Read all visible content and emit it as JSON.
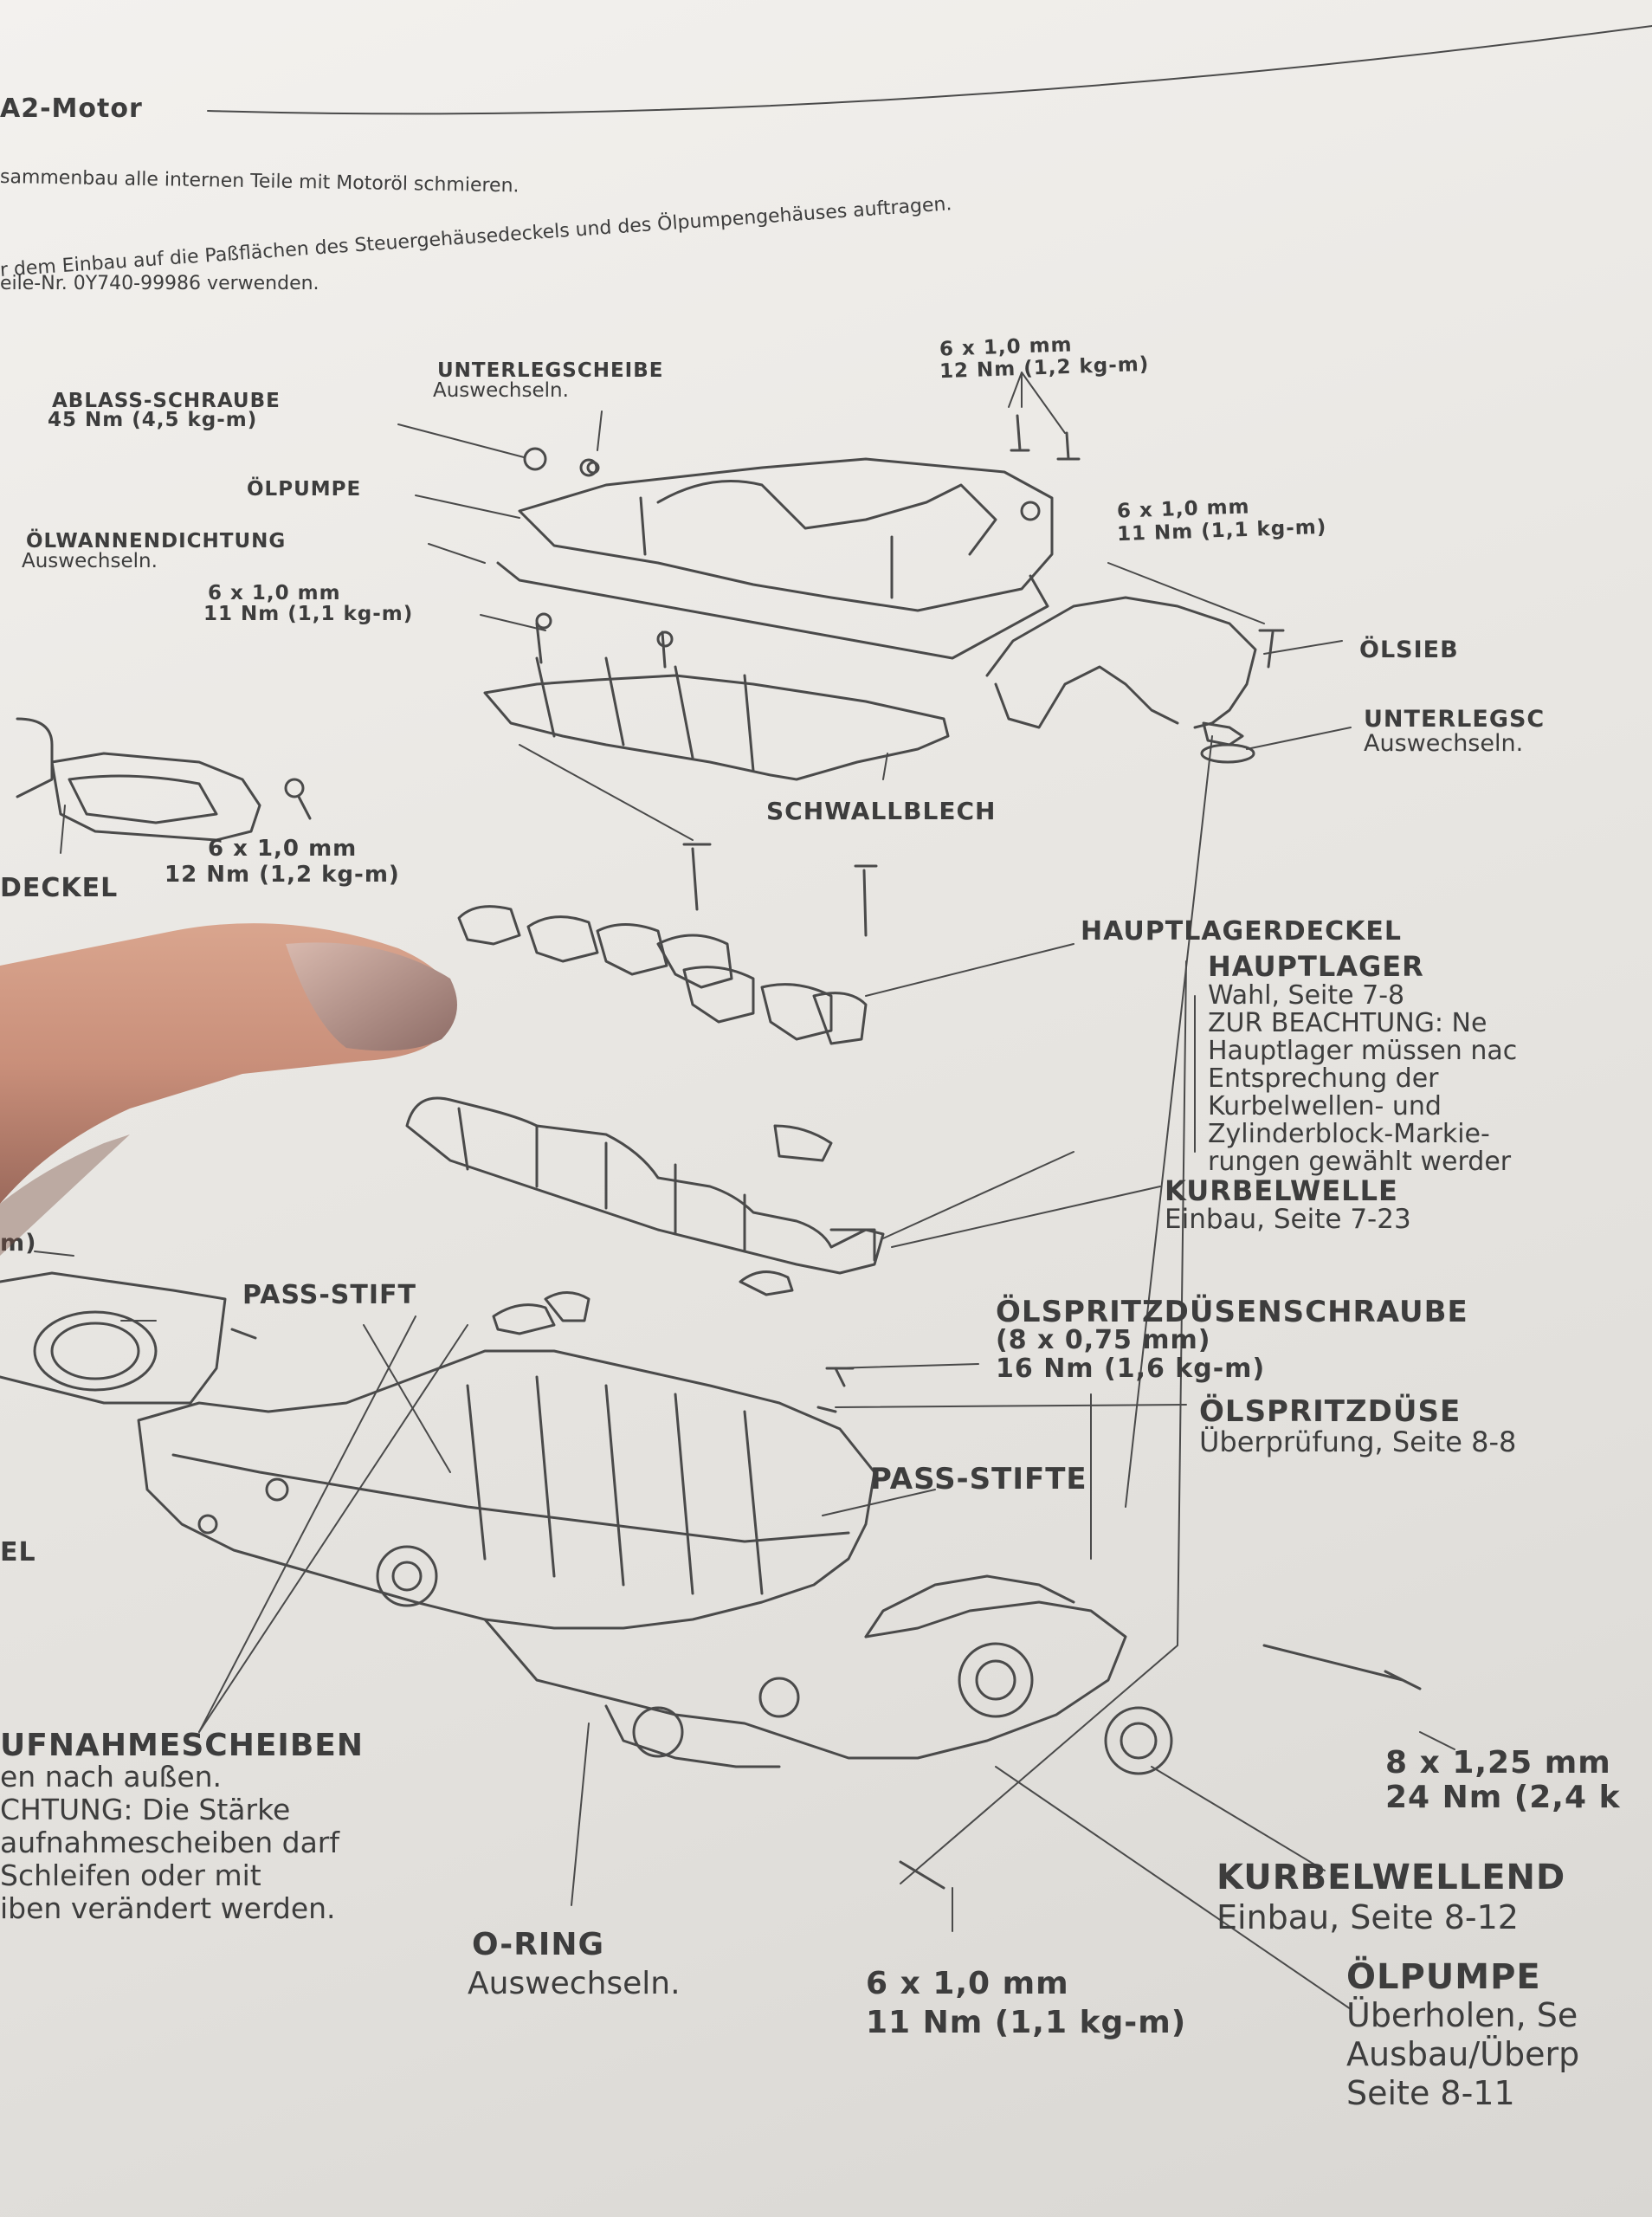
{
  "header": {
    "title": "A2-Motor",
    "note1": "sammenbau alle internen Teile mit Motoröl schmieren.",
    "note2": "r dem Einbau auf die Paßflächen des Steuergehäusedeckels und des Ölpumpengehäuses auftragen.",
    "note3": "eile-Nr. 0Y740-99986 verwenden."
  },
  "labels": {
    "unterlegscheibe_top": "UNTERLEGSCHEIBE",
    "unterlegscheibe_top_sub": "Auswechseln.",
    "torque_top1": "6 x 1,0 mm",
    "torque_top2": "12 Nm (1,2 kg-m)",
    "ablass": "ABLASS-SCHRAUBE",
    "ablass_torque": "45 Nm (4,5 kg-m)",
    "oelpumpe_top": "ÖLPUMPE",
    "oelwannendichtung": "ÖLWANNENDICHTUNG",
    "oelwannendichtung_sub": "Auswechseln.",
    "torque_mid1": "6 x 1,0 mm",
    "torque_mid2": "11 Nm (1,1 kg-m)",
    "torque_right1": "6 x 1,0 mm",
    "torque_right2": "11 Nm (1,1 kg-m)",
    "oelsieb": "ÖLSIEB",
    "unterlegsc_right": "UNTERLEGSC",
    "unterlegsc_right_sub": "Auswechseln.",
    "schwallblech": "SCHWALLBLECH",
    "torque_left1": "6 x 1,0 mm",
    "torque_left2": "12 Nm (1,2 kg-m)",
    "deckel": "DECKEL",
    "hauptlagerdeckel": "HAUPTLAGERDECKEL",
    "hauptlager": "HAUPTLAGER",
    "hauptlager_l1": "Wahl, Seite 7-8",
    "hauptlager_l2": "ZUR BEACHTUNG: Ne",
    "hauptlager_l3": "Hauptlager müssen nac",
    "hauptlager_l4": "Entsprechung der",
    "hauptlager_l5": "Kurbelwellen- und",
    "hauptlager_l6": "Zylinderblock-Markie-",
    "hauptlager_l7": "rungen gewählt werder",
    "kurbelwelle": "KURBELWELLE",
    "kurbelwelle_sub": "Einbau, Seite 7-23",
    "m_left": "m)",
    "pass_stift": "PASS-STIFT",
    "duesenschraube": "ÖLSPRITZDÜSENSCHRAUBE",
    "duesenschraube_1": "(8 x 0,75 mm)",
    "duesenschraube_2": "16 Nm (1,6 kg-m)",
    "oelspritzduese": "ÖLSPRITZDÜSE",
    "oelspritzduese_sub": "Überprüfung, Seite 8-8",
    "pass_stifte": "PASS-STIFTE",
    "el": "EL",
    "aufnahme": "UFNAHMESCHEIBEN",
    "aufnahme_1": "en nach außen.",
    "aufnahme_2": "CHTUNG: Die Stärke",
    "aufnahme_3": "aufnahmescheiben darf",
    "aufnahme_4": "Schleifen oder mit",
    "aufnahme_5": "iben verändert werden.",
    "torque_br1": "8 x 1,25 mm",
    "torque_br2": "24 Nm (2,4 k",
    "kurbelwellend": "KURBELWELLEND",
    "kurbelwellend_sub": "Einbau, Seite 8-12",
    "oring": "O-RING",
    "oring_sub": "Auswechseln.",
    "torque_bot1": "6 x 1,0 mm",
    "torque_bot2": "11 Nm (1,1 kg-m)",
    "oelpumpe_bot": "ÖLPUMPE",
    "oelpumpe_bot_1": "Überholen, Se",
    "oelpumpe_bot_2": "Ausbau/Überp",
    "oelpumpe_bot_3": "Seite 8-11"
  }
}
